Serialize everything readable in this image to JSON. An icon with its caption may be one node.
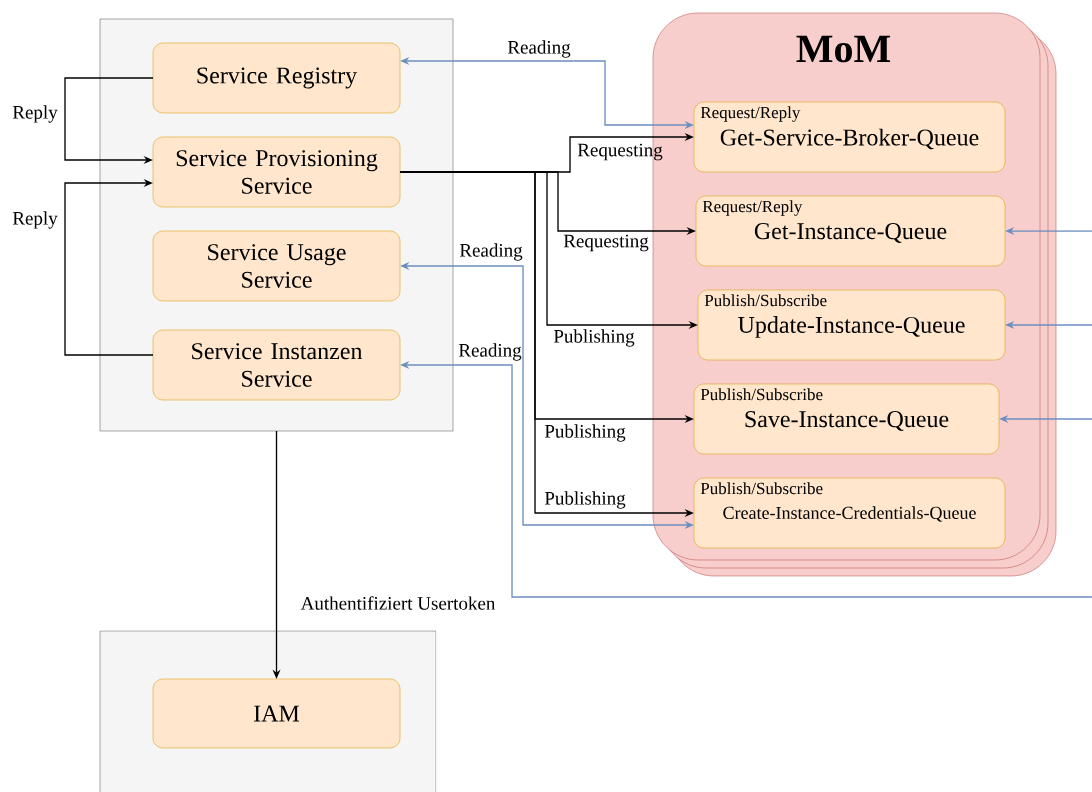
{
  "diagram": {
    "nodes": [
      {
        "text": [],
        "shape": "box"
      },
      {
        "text": [
          "Service Registry"
        ],
        "in": 0
      },
      {
        "text": [
          "Service Provisioning Service"
        ],
        "in": 0
      },
      {
        "text": [
          "Service Usage Service"
        ],
        "in": 0
      },
      {
        "text": [
          "Service Instanzen Service"
        ],
        "in": 0
      },
      {
        "text": [
          "MoM"
        ]
      },
      {
        "text": [
          "Request/Reply",
          "Get-Service-Broker-Queue"
        ],
        "in": 5
      },
      {
        "text": [
          "Request/Reply",
          "Get-Instance-Queue"
        ],
        "in": 5
      },
      {
        "text": [
          "Publish/Subscribe",
          "Update-Instance-Queue"
        ],
        "in": 5
      },
      {
        "text": [
          "Publish/Subscribe",
          "Save-Instance-Queue"
        ],
        "in": 5
      },
      {
        "text": [
          "Publish/Subscribe",
          "Create-Instance-Credentials-Queue"
        ],
        "in": 5
      },
      {
        "text": [],
        "shape": "box"
      },
      {
        "text": [
          "IAM"
        ],
        "in": 11
      }
    ],
    "edges": [
      {
        "from": 1,
        "to": 2,
        "arrow": "to",
        "label": "Reply"
      },
      {
        "from": 4,
        "to": 2,
        "arrow": "to",
        "label": "Reply"
      },
      {
        "from": 1,
        "to": 6,
        "arrow": "both",
        "label": "Reading",
        "color": "#6c8ebf"
      },
      {
        "from": 2,
        "to": 6,
        "arrow": "to",
        "label": "Requesting"
      },
      {
        "from": 2,
        "to": 7,
        "arrow": "to",
        "label": "Requesting"
      },
      {
        "from": 2,
        "to": 8,
        "arrow": "to",
        "label": "Publishing"
      },
      {
        "from": 2,
        "to": 9,
        "arrow": "to",
        "label": "Publishing"
      },
      {
        "from": 2,
        "to": 10,
        "arrow": "to",
        "label": "Publishing"
      },
      {
        "from": 3,
        "to": 10,
        "arrow": "both",
        "label": "Reading",
        "color": "#6c8ebf"
      },
      {
        "from": null,
        "to": 4,
        "arrow": "to",
        "label": "Reading",
        "color": "#6c8ebf"
      },
      {
        "from": null,
        "to": 7,
        "arrow": "to",
        "color": "#6c8ebf"
      },
      {
        "from": null,
        "to": 8,
        "arrow": "to",
        "color": "#6c8ebf"
      },
      {
        "from": null,
        "to": 9,
        "arrow": "to",
        "color": "#6c8ebf"
      },
      {
        "from": 0,
        "to": 12,
        "arrow": "to",
        "label": "Authentifiziert Usertoken"
      }
    ]
  }
}
